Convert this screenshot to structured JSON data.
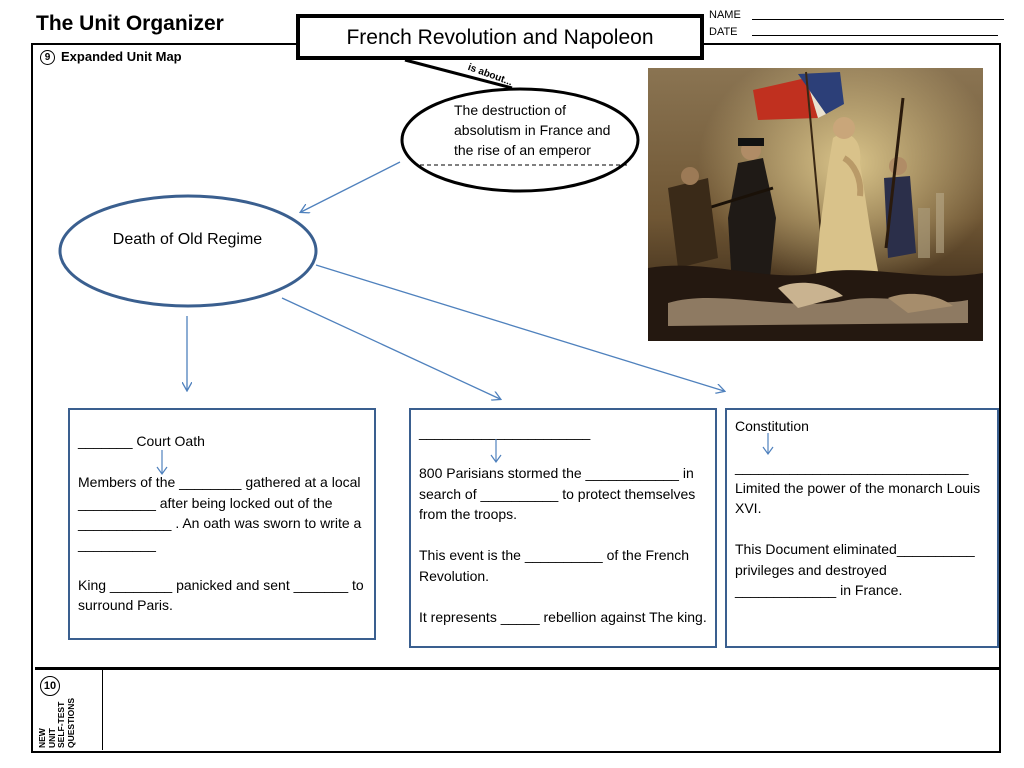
{
  "header": {
    "organizer_title": "The Unit Organizer",
    "unit_title": "French Revolution and Napoleon",
    "name_label": "NAME",
    "date_label": "DATE"
  },
  "section9": {
    "number": "9",
    "label": "Expanded Unit Map",
    "is_about_label": "is about...",
    "about_text": "The destruction of absolutism in France and the rise of an emperor",
    "main_idea": "Death of Old Regime"
  },
  "boxes": {
    "box1": {
      "heading": "_______   Court Oath",
      "p1": "Members of the ________  gathered at a local __________ after being locked out of the ____________ .   An oath was sworn to write a __________",
      "p2": "King ________ panicked and sent _______ to surround Paris."
    },
    "box2": {
      "heading": "______________________",
      "p1": "800 Parisians stormed the ____________ in search of __________ to protect themselves from the troops.",
      "p2": "This event is the __________ of the French Revolution.",
      "p3": "It represents _____ rebellion against The king."
    },
    "box3": {
      "heading": "Constitution",
      "blank": "______________________________",
      "p1": "Limited the power of the monarch Louis XVI.",
      "p2": "This Document eliminated__________ privileges and destroyed _____________ in France."
    }
  },
  "section10": {
    "number": "10",
    "label_lines": [
      "NEW",
      "UNIT",
      "SELF-TEST",
      "QUESTIONS"
    ]
  },
  "colors": {
    "diagram_blue": "#3a5f8f",
    "arrow_blue": "#4f81bd"
  }
}
